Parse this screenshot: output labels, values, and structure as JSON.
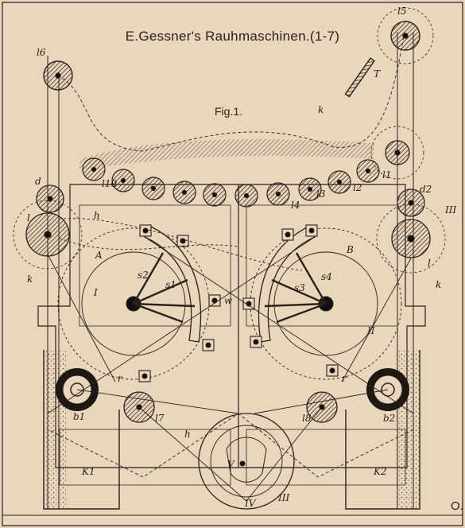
{
  "title": "E.Gessner's Rauhmaschinen.(1-7)",
  "figure_label": "Fig.1.",
  "corner_mark": "O.",
  "colors": {
    "paper": "#e8d6bd",
    "ink": "#2a211a",
    "hatch": "#6b5a4a"
  },
  "labels": {
    "l6": "l6",
    "l5": "l5",
    "T": "T",
    "k_top": "k",
    "l10": "l10",
    "l4": "l4",
    "l3": "l3",
    "l2": "l2",
    "l1": "l1",
    "d": "d",
    "d2": "d2",
    "III_right": "III",
    "l_left": "l",
    "l_right": "l",
    "h_top": "h",
    "A": "A",
    "B": "B",
    "s2": "s2",
    "s1": "s1",
    "s3": "s3",
    "s4": "s4",
    "I": "I",
    "II": "II",
    "k_left": "k",
    "k_right": "k",
    "r_left": "r",
    "r_right": "r",
    "b1": "b1",
    "b2": "b2",
    "l7": "l7",
    "l8": "l8",
    "h_bottom": "h",
    "V": "V",
    "IV": "IV",
    "III_bottom": "III",
    "K1": "K1",
    "K2": "K2",
    "w": "w"
  }
}
